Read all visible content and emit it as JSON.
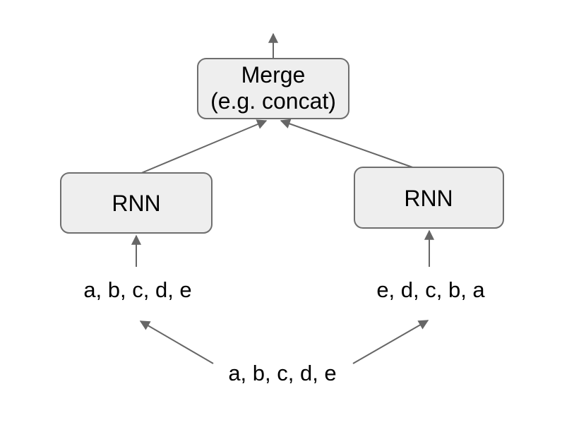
{
  "diagram": {
    "nodes": {
      "merge": {
        "label_line1": "Merge",
        "label_line2": "(e.g. concat)"
      },
      "rnn_left": {
        "label": "RNN"
      },
      "rnn_right": {
        "label": "RNN"
      }
    },
    "labels": {
      "input_left": "a, b, c, d, e",
      "input_right": "e, d, c, b, a",
      "source": "a, b, c, d, e"
    },
    "colors": {
      "background": "#ffffff",
      "node_fill": "#eeeeee",
      "node_border": "#6e6e6e",
      "arrow": "#666666",
      "text": "#000000"
    }
  }
}
